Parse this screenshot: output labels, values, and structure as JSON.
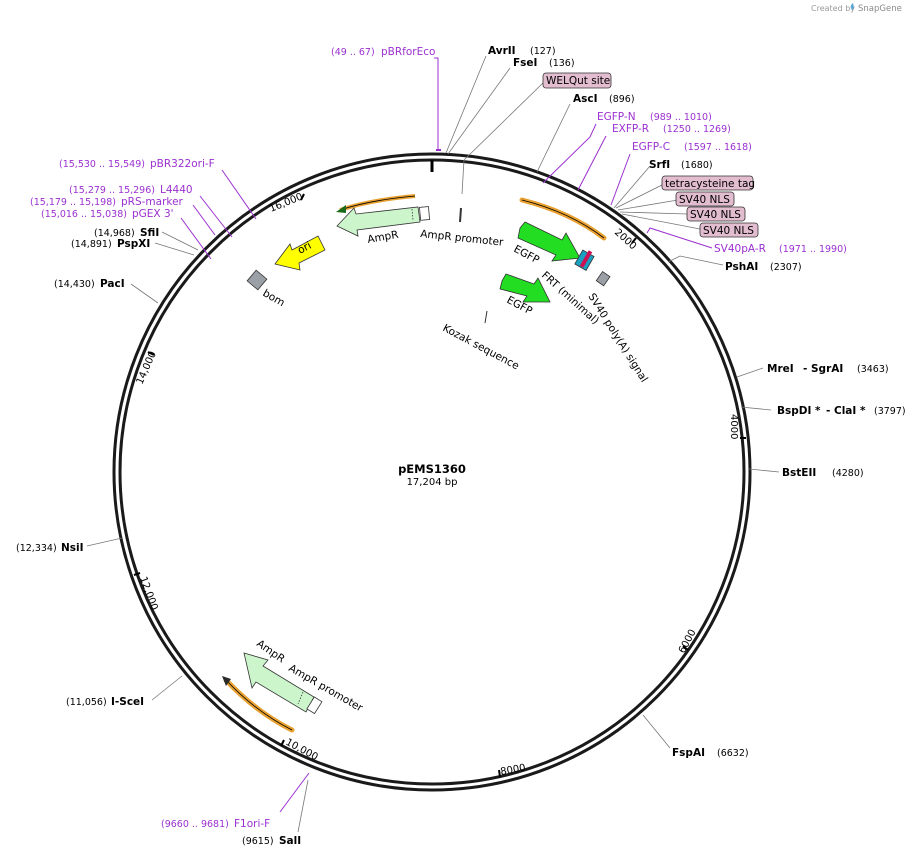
{
  "credit": {
    "prefix": "Created by",
    "brand": "SnapGene"
  },
  "plasmid": {
    "name": "pEMS1360",
    "length_label": "17,204 bp"
  },
  "colors": {
    "backbone": "#1a1a1a",
    "site_line": "#777777",
    "primer": "#9b30d0",
    "egfp": "#22dd22",
    "ampr": "#ccf5cc",
    "ori": "#ffff00",
    "orf": "#e8a030",
    "misc": "#9aa0a6",
    "tag_fill": "#e2bccf",
    "tag_stroke": "#333333"
  },
  "ticks": [
    "16,000",
    "2000",
    "4000",
    "6000",
    "8000",
    "10,000",
    "12,000",
    "14,000"
  ],
  "sites": [
    {
      "name": "AvrII",
      "pos": "(127)"
    },
    {
      "name": "FseI",
      "pos": "(136)"
    },
    {
      "name": "AscI",
      "pos": "(896)"
    },
    {
      "name": "SrfI",
      "pos": "(1680)"
    },
    {
      "name": "PshAI",
      "pos": "(2307)"
    },
    {
      "name": "MreI",
      "sep": "-",
      "name2": "SgrAI",
      "pos": "(3463)"
    },
    {
      "name": "BspDI *",
      "sep": "-",
      "name2": "ClaI *",
      "pos": "(3797)"
    },
    {
      "name": "BstEII",
      "pos": "(4280)"
    },
    {
      "name": "FspAI",
      "pos": "(6632)"
    },
    {
      "name": "SalI",
      "pos": "(9615)"
    },
    {
      "name": "I-SceI",
      "pos": "(11,056)"
    },
    {
      "name": "NsiI",
      "pos": "(12,334)"
    },
    {
      "name": "PacI",
      "pos": "(14,430)"
    },
    {
      "name": "PspXI",
      "pos": "(14,891)"
    },
    {
      "name": "SfiI",
      "pos": "(14,968)"
    }
  ],
  "primers": [
    {
      "name": "pBRforEco",
      "range": "(49 .. 67)"
    },
    {
      "name": "EGFP-N",
      "range": "(989 .. 1010)"
    },
    {
      "name": "EXFP-R",
      "range": "(1250 .. 1269)"
    },
    {
      "name": "EGFP-C",
      "range": "(1597 .. 1618)"
    },
    {
      "name": "SV40pA-R",
      "range": "(1971 .. 1990)"
    },
    {
      "name": "F1ori-F",
      "range": "(9660 .. 9681)"
    },
    {
      "name": "pGEX 3'",
      "range": "(15,016 .. 15,038)"
    },
    {
      "name": "pRS-marker",
      "range": "(15,179 .. 15,198)"
    },
    {
      "name": "L4440",
      "range": "(15,279 .. 15,296)"
    },
    {
      "name": "pBR322ori-F",
      "range": "(15,530 .. 15,549)"
    }
  ],
  "tags": [
    "WELQut site",
    "tetracysteine tag",
    "SV40 NLS",
    "SV40 NLS",
    "SV40 NLS"
  ],
  "features": {
    "ampr_top": "AmpR",
    "ampr_promoter_top": "AmpR promoter",
    "egfp_1": "EGFP",
    "egfp_2": "EGFP",
    "frt": "FRT (minimal)",
    "sv40_polya": "SV40 poly(A) signal",
    "kozak": "Kozak sequence",
    "ori": "ori",
    "bom": "bom",
    "ampr_bottom": "AmpR",
    "ampr_promoter_bottom": "AmpR promoter"
  }
}
